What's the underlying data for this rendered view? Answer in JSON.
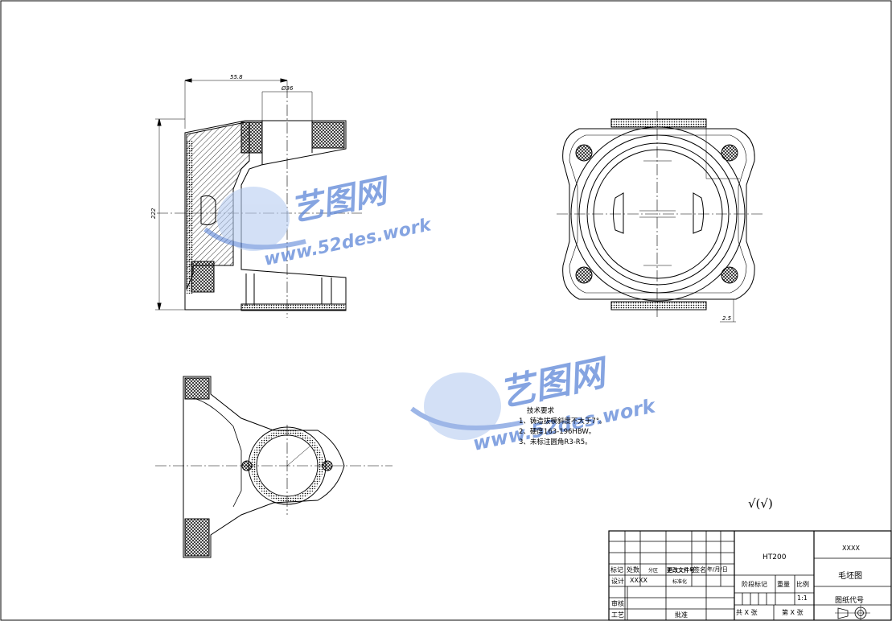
{
  "dimensions": {
    "width_top": "55.8",
    "bore_dia": "Ø36",
    "height_left": "222",
    "lug_offset": "2.5"
  },
  "watermark": {
    "brand_cn": "艺图网",
    "url": "www.52des.work"
  },
  "tech_requirements": {
    "heading": "技术要求",
    "items": [
      "1、铸造拔模斜度不大于7°。",
      "2、硬度163-196HBW。",
      "3、未标注圆角R3-R5。"
    ]
  },
  "roughness_symbol": "√(√)",
  "title_block": {
    "material": "HT200",
    "company": "XXXX",
    "drawing_name": "毛坯图",
    "drawing_code_label": "图纸代号",
    "row_labels": {
      "mark": "标记",
      "count": "处数",
      "zone": "分区",
      "change_doc": "更改文件号",
      "sign": "签名",
      "date": "年/月/日",
      "design": "设计",
      "design_name": "XXXX",
      "standardize": "标准化",
      "review": "审核",
      "process": "工艺",
      "approve": "批准"
    },
    "stage_mark": "阶段标记",
    "weight": "重量",
    "scale_label": "比例",
    "scale": "1:1",
    "sheets_total": "共 X 张",
    "sheet_no": "第 X 张"
  }
}
